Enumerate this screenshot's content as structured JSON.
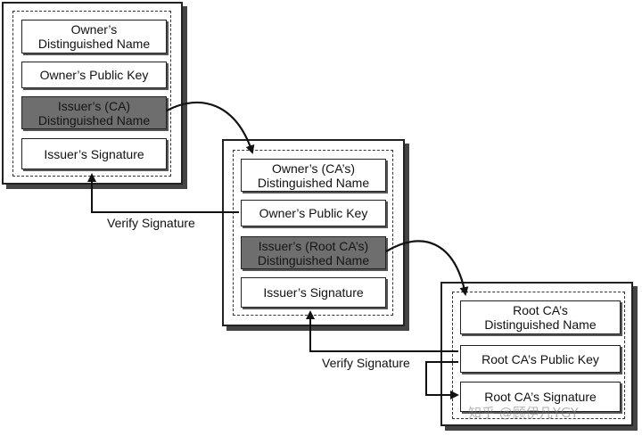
{
  "certificates": [
    {
      "fields": [
        "Owner’s\nDistinguished Name",
        "Owner’s Public Key",
        "Issuer’s (CA)\nDistinguished Name",
        "Issuer’s Signature"
      ]
    },
    {
      "fields": [
        "Owner’s (CA’s)\nDistinguished Name",
        "Owner’s Public Key",
        "Issuer’s (Root CA’s)\nDistinguished Name",
        "Issuer’s Signature"
      ]
    },
    {
      "fields": [
        "Root CA’s\nDistinguished Name",
        "Root CA’s Public Key",
        "Root CA’s Signature"
      ]
    }
  ],
  "labels": {
    "verify_1": "Verify Signature",
    "verify_2": "Verify Signature"
  },
  "watermark": "知乎 @顾伊凡YGY",
  "colors": {
    "highlight_field": "#6e6e6e"
  }
}
